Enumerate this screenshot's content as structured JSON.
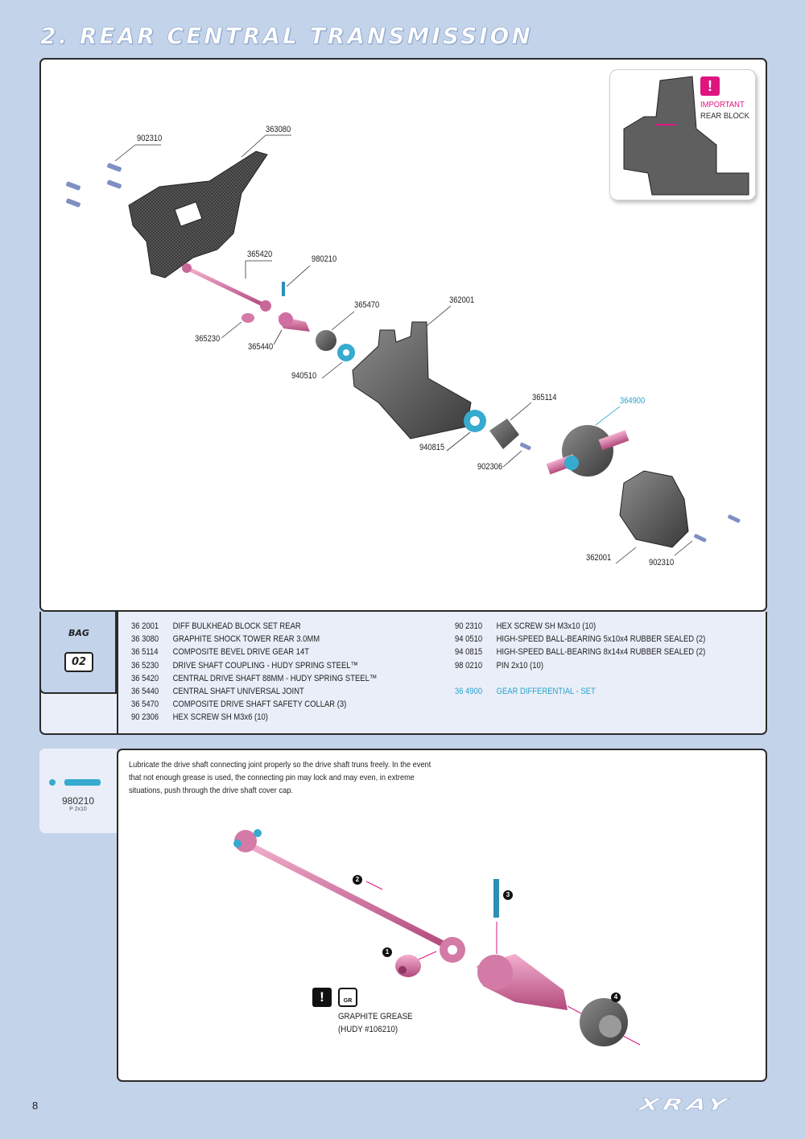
{
  "page": {
    "title": "2. REAR CENTRAL TRANSMISSION",
    "page_number": "8",
    "brand": "XRAY"
  },
  "important": {
    "badge": "!",
    "line1": "IMPORTANT",
    "line2": "REAR BLOCK"
  },
  "callouts": {
    "c902310a": "902310",
    "c363080": "363080",
    "c365420": "365420",
    "c980210": "980210",
    "c365470": "365470",
    "c362001a": "362001",
    "c365230": "365230",
    "c365440": "365440",
    "c940510": "940510",
    "c365114": "365114",
    "c364900": "364900",
    "c940815": "940815",
    "c902306": "902306",
    "c362001b": "362001",
    "c902310b": "902310"
  },
  "bag": {
    "label": "BAG",
    "number": "02"
  },
  "parts_left": [
    {
      "num": "36 2001",
      "desc": "DIFF BULKHEAD BLOCK SET REAR"
    },
    {
      "num": "36 3080",
      "desc": "GRAPHITE SHOCK TOWER REAR 3.0MM"
    },
    {
      "num": "36 5114",
      "desc": "COMPOSITE BEVEL DRIVE GEAR 14T"
    },
    {
      "num": "36 5230",
      "desc": "DRIVE SHAFT COUPLING  - HUDY SPRING STEEL™"
    },
    {
      "num": "36 5420",
      "desc": "CENTRAL DRIVE SHAFT 88MM - HUDY SPRING STEEL™"
    },
    {
      "num": "36 5440",
      "desc": "CENTRAL SHAFT UNIVERSAL JOINT"
    },
    {
      "num": "36 5470",
      "desc": "COMPOSITE DRIVE SHAFT SAFETY COLLAR (3)"
    },
    {
      "num": "90 2306",
      "desc": "HEX SCREW SH M3x6  (10)"
    }
  ],
  "parts_right": [
    {
      "num": "90 2310",
      "desc": "HEX SCREW  SH M3x10  (10)"
    },
    {
      "num": "94 0510",
      "desc": "HIGH-SPEED BALL-BEARING 5x10x4 RUBBER SEALED  (2)"
    },
    {
      "num": "94 0815",
      "desc": "HIGH-SPEED BALL-BEARING 8x14x4 RUBBER SEALED  (2)"
    },
    {
      "num": "98 0210",
      "desc": "PIN 2x10  (10)"
    }
  ],
  "parts_highlight": {
    "num": "36 4900",
    "desc": "GEAR DIFFERENTIAL - SET"
  },
  "pin_side": {
    "label": "980210",
    "sub": "P 2x10"
  },
  "instruction": "Lubricate the drive shaft connecting joint properly so the drive shaft truns freely. In the event that not enough grease is used, the connecting pin may lock and may even, in extreme situations, push through the drive shaft cover cap.",
  "steps": {
    "s1": "1",
    "s2": "2",
    "s3": "3",
    "s4": "4"
  },
  "grease": {
    "warn": "!",
    "icon": "GR",
    "line1": "GRAPHITE GREASE",
    "line2": "(HUDY #106210)"
  },
  "colors": {
    "accent_pink": "#e0147f",
    "accent_blue": "#2aa4d0",
    "background": "#c3d3ea"
  }
}
